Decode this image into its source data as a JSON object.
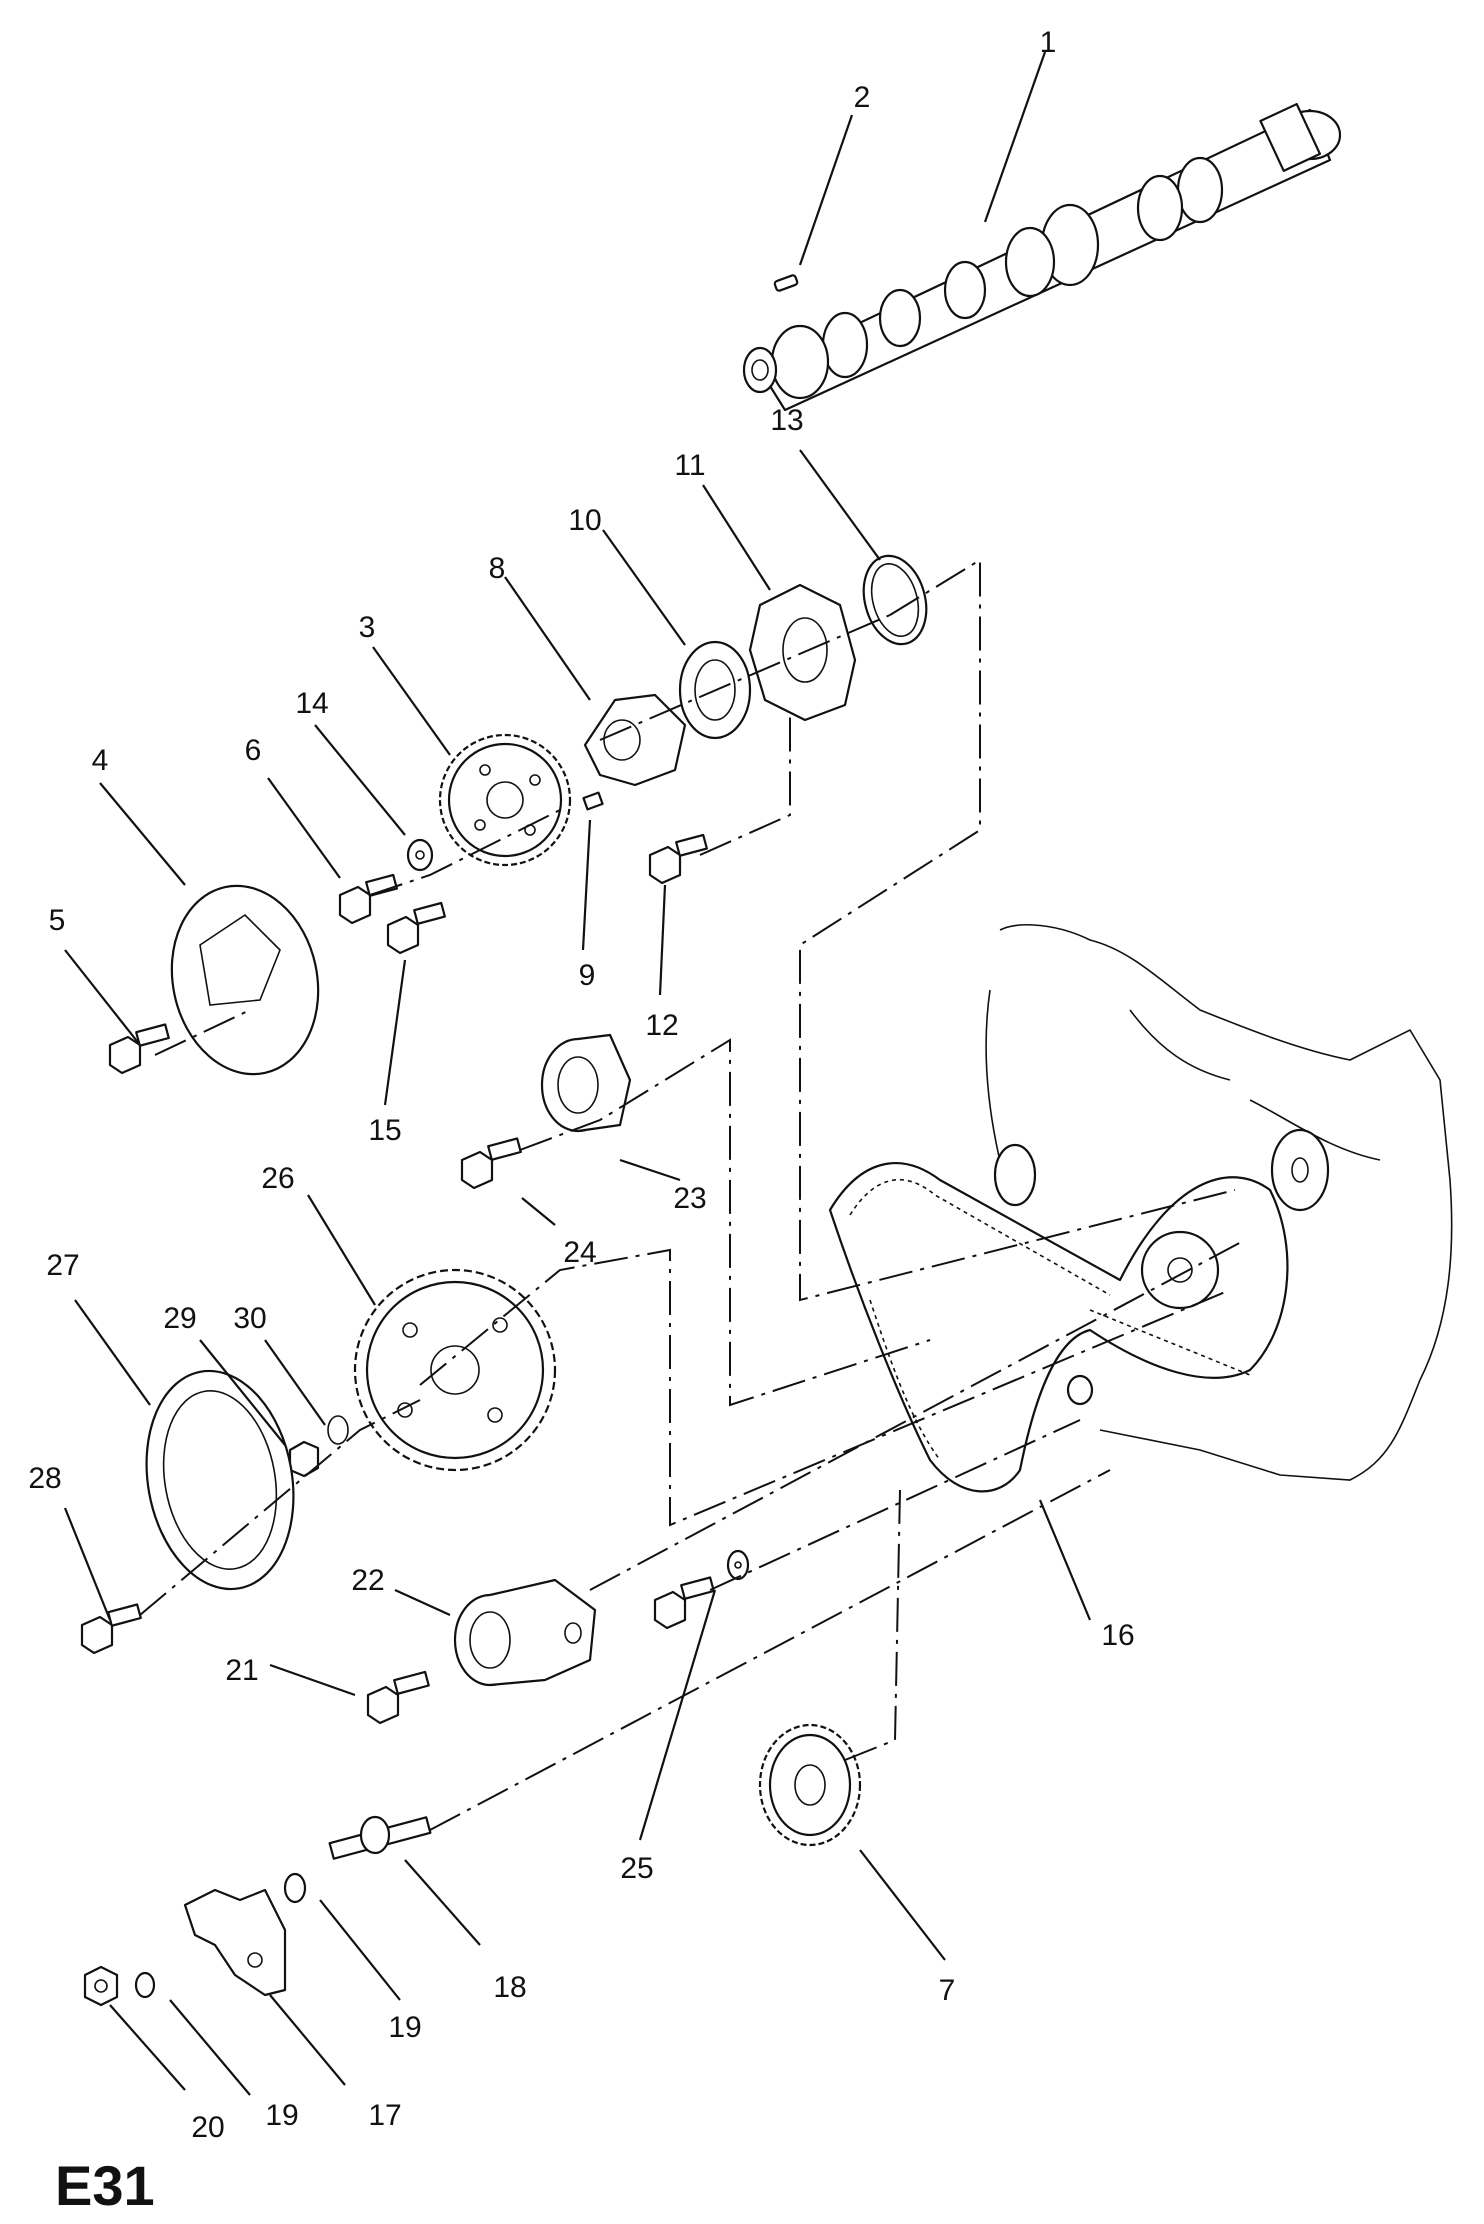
{
  "diagram_code": "E31",
  "callouts": [
    "1",
    "2",
    "13",
    "11",
    "10",
    "8",
    "3",
    "14",
    "6",
    "4",
    "5",
    "15",
    "9",
    "12",
    "26",
    "23",
    "24",
    "27",
    "29",
    "30",
    "28",
    "22",
    "21",
    "16",
    "25",
    "18",
    "7",
    "19",
    "17",
    "20"
  ]
}
